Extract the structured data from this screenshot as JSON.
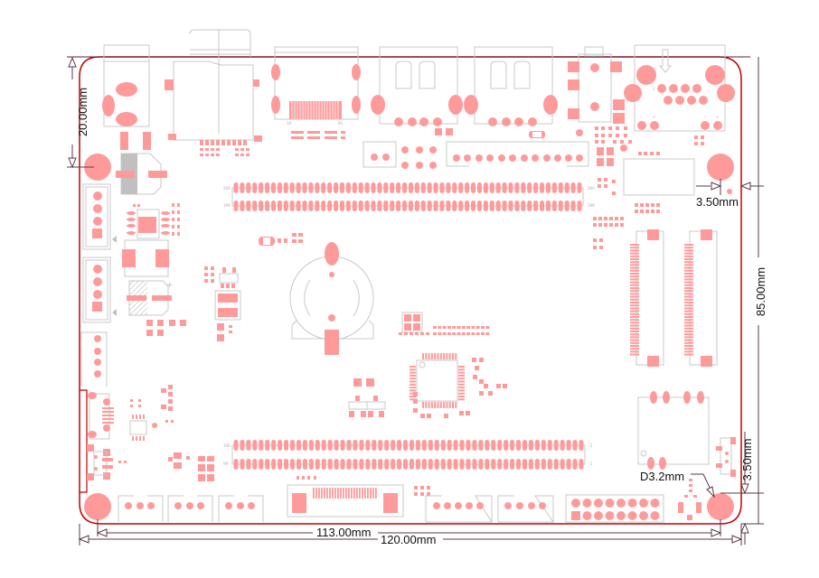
{
  "drawing": {
    "title": "PCB board outline with mounting holes and dimensions",
    "colors": {
      "pad": "#ff9a9a",
      "silkscreen": "#c8c8c8",
      "board_outline": "#c00000",
      "dimension_line": "#5a3a4a",
      "text": "#111111"
    }
  },
  "dimensions": {
    "board_width": "120.00mm",
    "hole_spacing_x": "113.00mm",
    "board_height": "85.00mm",
    "top_offset": "20.00mm",
    "hole_edge_offset_right": "3.50mm",
    "hole_edge_offset_bottom": "3.50mm",
    "hole_diameter": "D3.2mm"
  },
  "connectors": {
    "header_top_labels": {
      "left_upper": "200",
      "left_lower": "199",
      "right_upper": "200",
      "right_lower": "199"
    },
    "header_bottom_labels": {
      "left_upper": "100",
      "left_lower": "99",
      "right_upper": "2",
      "right_lower": "1"
    },
    "usb_c_labels": {
      "left": "1A",
      "right": "B1"
    },
    "dc_jack_labels": {
      "pin1": "1",
      "minus_left": "−",
      "plus_left": "+",
      "minus_right": "−",
      "plus_right": "+"
    }
  }
}
